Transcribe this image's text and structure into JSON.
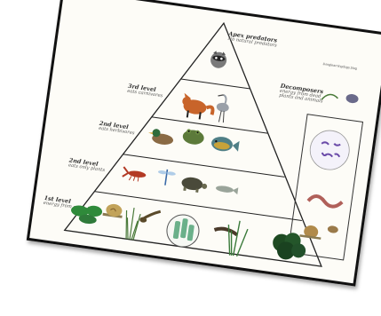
{
  "labels": {
    "apex": {
      "title": "Apex predators",
      "sub": "No natural predators"
    },
    "third": {
      "title": "3rd level",
      "sub": "eats carnivores"
    },
    "second": {
      "title": "2nd level",
      "sub": "eats herbivores"
    },
    "first_consumer": {
      "title": "2nd level",
      "sub": "eats only plants"
    },
    "producers": {
      "title": "1st level",
      "sub": "energy from sunlight"
    },
    "decomposers": {
      "title": "Decomposers",
      "sub": "energy from dead plants and animals"
    }
  },
  "watermark": "livinglearningdogs.blog",
  "icons": {
    "apex": [
      "raccoon-icon"
    ],
    "third": [
      "fox-icon",
      "heron-icon"
    ],
    "second": [
      "duck-icon",
      "frog-icon",
      "fish-icon"
    ],
    "first": [
      "crayfish-icon",
      "dragonfly-icon",
      "turtle-icon",
      "minnow-icon"
    ],
    "herbivore": [
      "snail-icon",
      "tadpole-icon",
      "caterpillar-icon",
      "leech-icon"
    ],
    "producer": [
      "duckweed-icon",
      "grass-icon",
      "algae-icon",
      "reed-icon",
      "moss-icon"
    ],
    "decomposer": [
      "snail-small-icon",
      "worm-icon",
      "bacteria-icon",
      "isopod-icon"
    ]
  },
  "colors": {
    "border": "#111111",
    "paper": "#fdfcf7",
    "plant": "#2f7a3a"
  }
}
